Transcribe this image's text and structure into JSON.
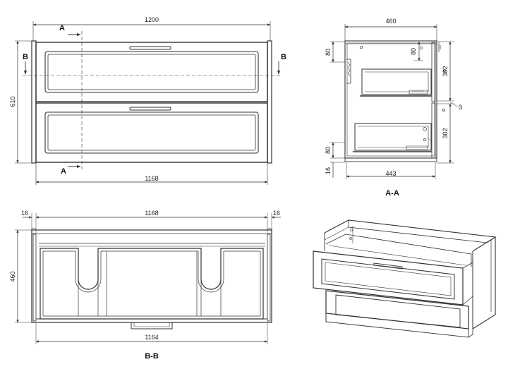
{
  "front_view": {
    "width_top": "1200",
    "width_bottom": "1168",
    "height": "610",
    "section_a": "A",
    "section_b": "B"
  },
  "side_view": {
    "width_top": "460",
    "depth_bottom": "443",
    "top_gap_left": "80",
    "top_gap_right": "80",
    "drawer_height_upper": "302",
    "drawer_height_lower": "302",
    "gap": "3",
    "bottom_gap": "80",
    "plinth": "16",
    "caption": "A-A"
  },
  "plan_view": {
    "inner_width": "1168",
    "left_side": "16",
    "right_side": "16",
    "depth": "460",
    "bottom_width": "1164",
    "caption": "B-B"
  }
}
